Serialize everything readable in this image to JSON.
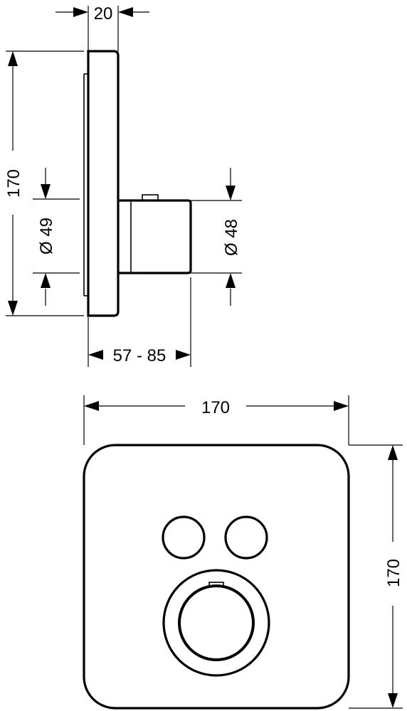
{
  "dimensions": {
    "depth": "20",
    "side_height": "170",
    "diameter_left": "Ø 49",
    "diameter_right": "Ø 48",
    "projection": "57 - 85",
    "front_width": "170",
    "front_height": "170"
  }
}
